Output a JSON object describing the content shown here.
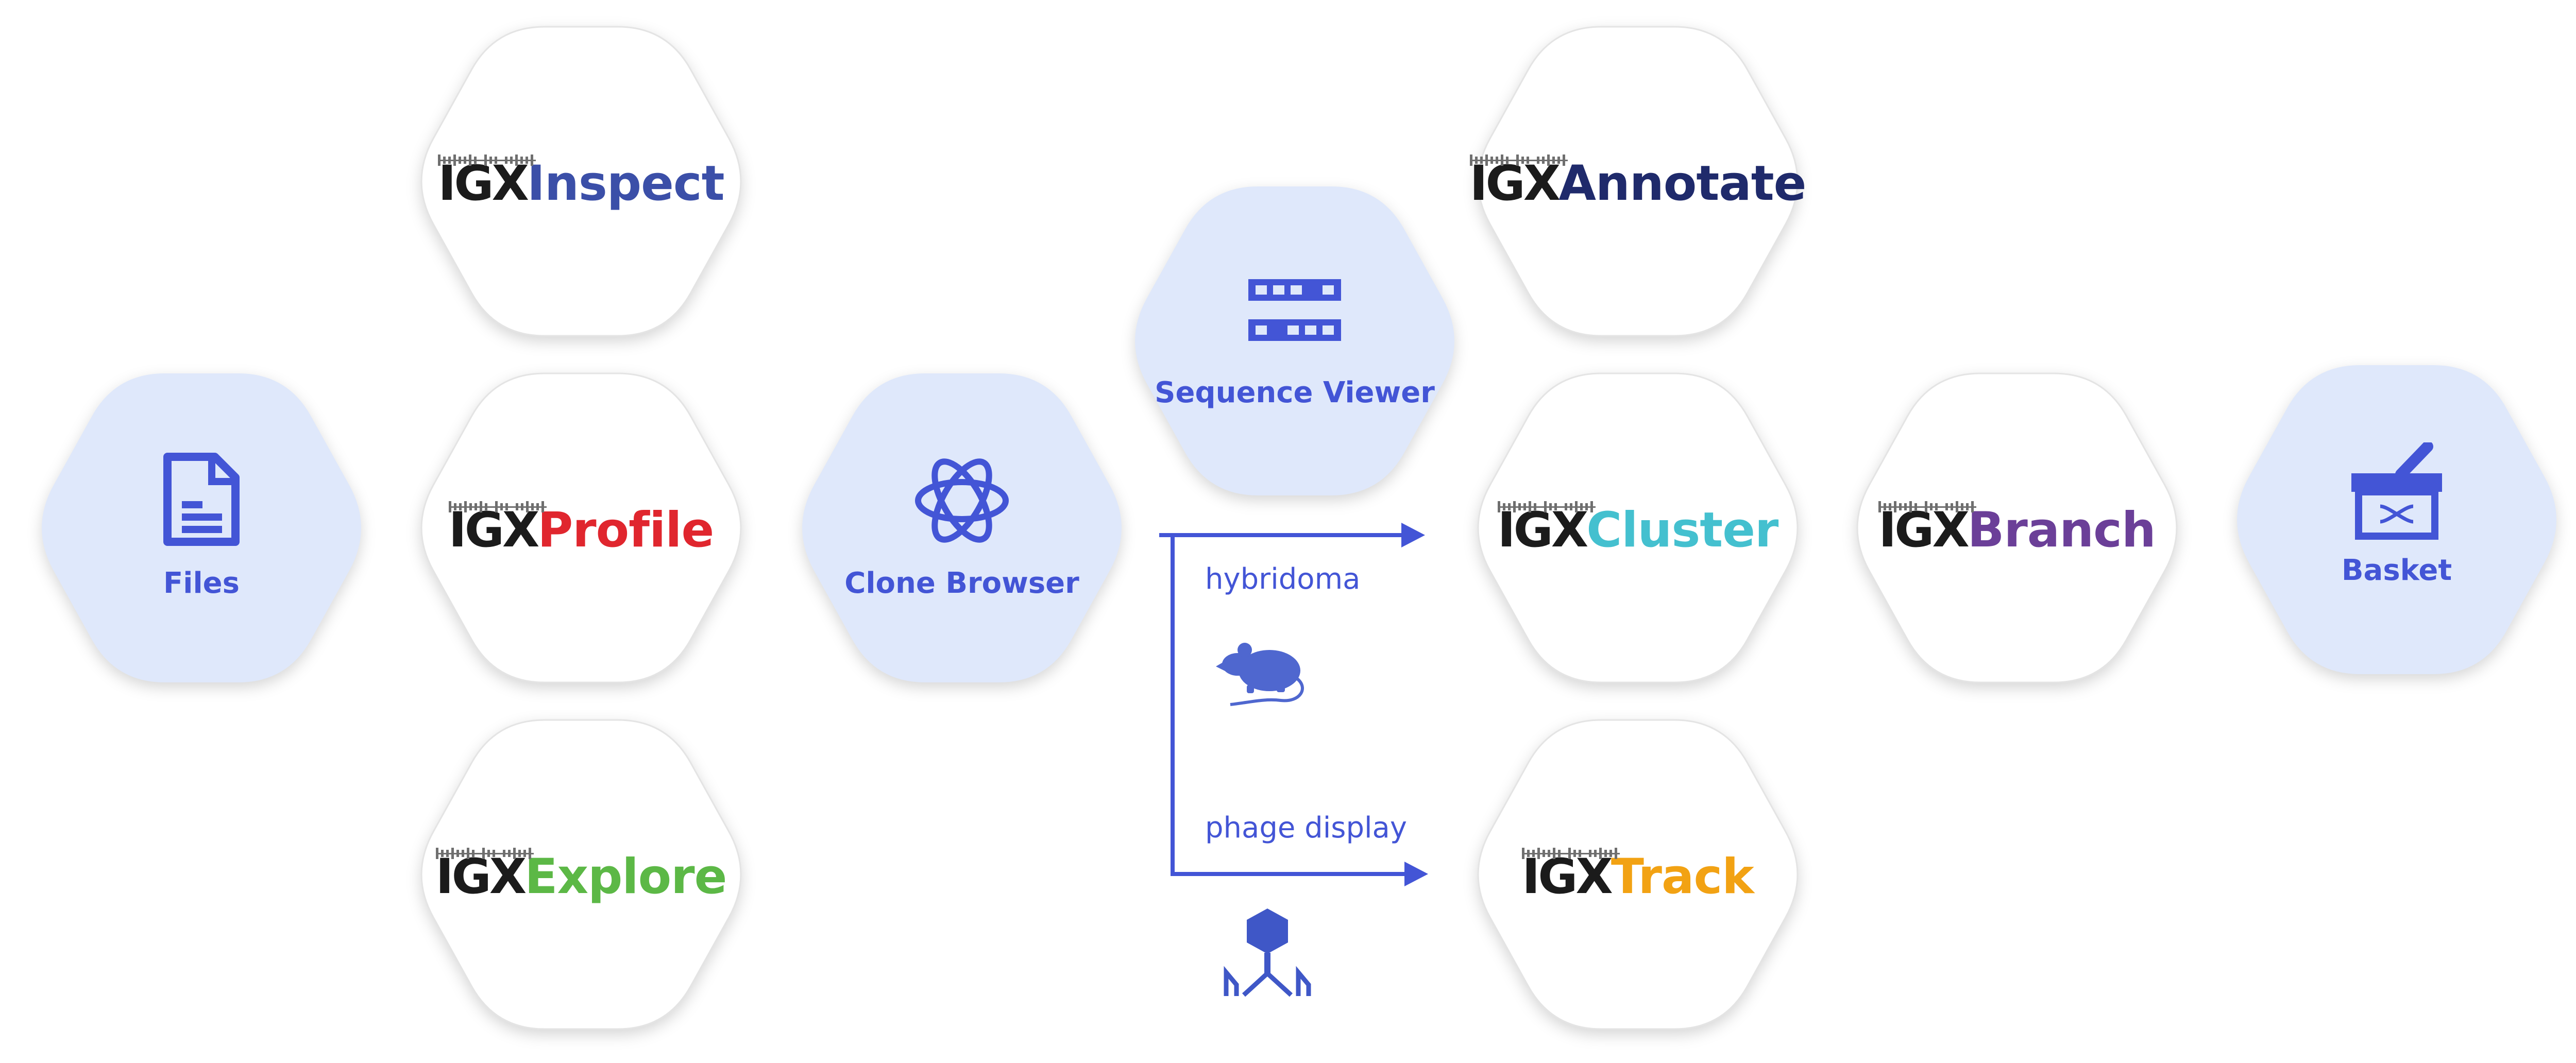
{
  "nodes": {
    "files": {
      "label": "Files",
      "icon": "document-icon"
    },
    "clone": {
      "label": "Clone Browser",
      "icon": "atom-icon"
    },
    "sequence": {
      "label": "Sequence Viewer",
      "icon": "sequence-grid-icon"
    },
    "basket": {
      "label": "Basket",
      "icon": "basket-icon"
    }
  },
  "modules": {
    "inspect": {
      "prefix": "IGX",
      "name": "Inspect",
      "color": "#3b4fa8"
    },
    "profile": {
      "prefix": "IGX",
      "name": "Profile",
      "color": "#e0262e"
    },
    "explore": {
      "prefix": "IGX",
      "name": "Explore",
      "color": "#5cb846"
    },
    "annotate": {
      "prefix": "IGX",
      "name": "Annotate",
      "color": "#1f2a6b"
    },
    "cluster": {
      "prefix": "IGX",
      "name": "Cluster",
      "color": "#44c0cf"
    },
    "track": {
      "prefix": "IGX",
      "name": "Track",
      "color": "#f2a213"
    },
    "branch": {
      "prefix": "IGX",
      "name": "Branch",
      "color": "#6b3f98"
    }
  },
  "paths": {
    "hybridoma": {
      "label": "hybridoma",
      "icon": "mouse-icon"
    },
    "phage": {
      "label": "phage display",
      "icon": "phage-icon"
    }
  },
  "colors": {
    "accent": "#4355d6",
    "node_fill": "#dfe8fb",
    "module_fill": "#ffffff",
    "prefix": "#1b1b1b"
  }
}
